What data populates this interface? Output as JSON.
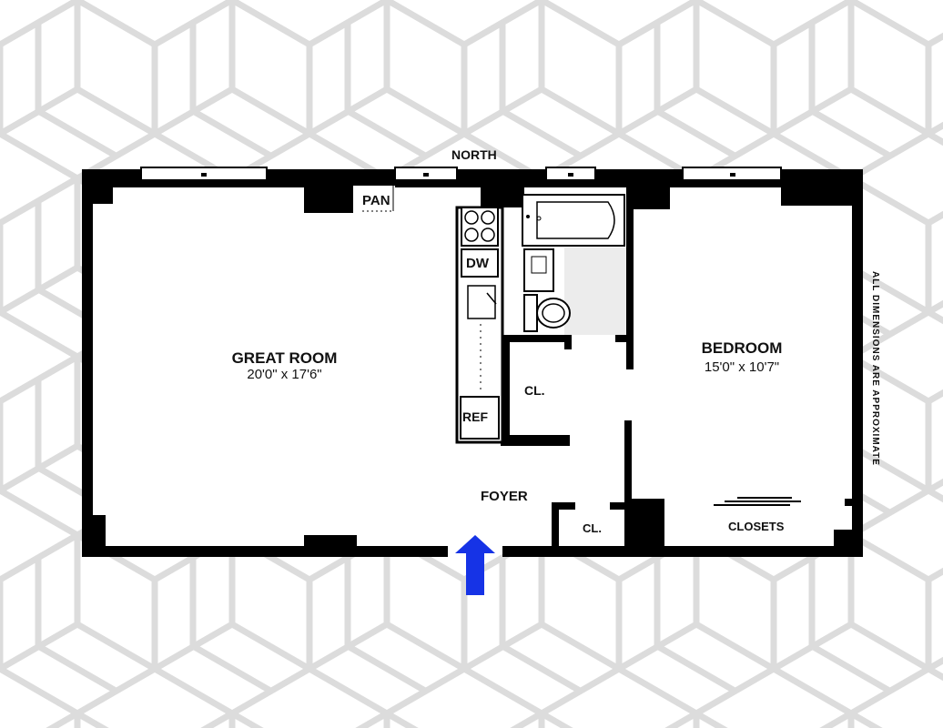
{
  "plan": {
    "compass": "North",
    "rooms": {
      "great_room": {
        "name": "Great Room",
        "dimensions": "20'0\"  x  17'6\""
      },
      "bedroom": {
        "name": "Bedroom",
        "dimensions": "15'0\"  x  10'7\""
      },
      "foyer": "Foyer",
      "closet_hall": "Cl.",
      "closet_foyer": "Cl.",
      "closets": "Closets",
      "pantry": "Pan",
      "dishwasher": "DW",
      "refrigerator": "Ref"
    },
    "note": "All dimensions are approximate",
    "colors": {
      "wall": "#000000",
      "entry_arrow": "#1633e6",
      "bath_floor": "#ececec",
      "pattern": "#dcdcdc"
    }
  }
}
